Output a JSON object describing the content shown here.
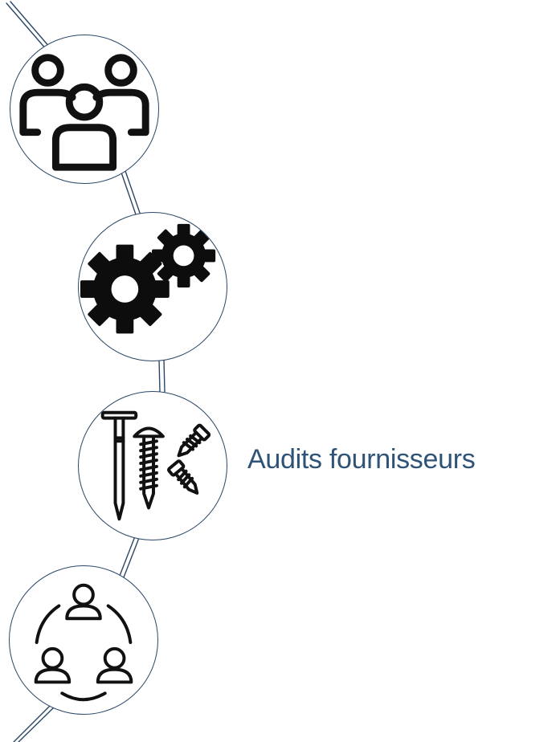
{
  "timeline": {
    "line_color": "#2b4766",
    "steps": [
      {
        "id": "team",
        "icon": "people-group-icon",
        "label": ""
      },
      {
        "id": "gears",
        "icon": "gears-icon",
        "label": ""
      },
      {
        "id": "hardware",
        "icon": "nail-screw-icon",
        "label": "Audits fournisseurs"
      },
      {
        "id": "network",
        "icon": "people-network-icon",
        "label": ""
      }
    ]
  }
}
